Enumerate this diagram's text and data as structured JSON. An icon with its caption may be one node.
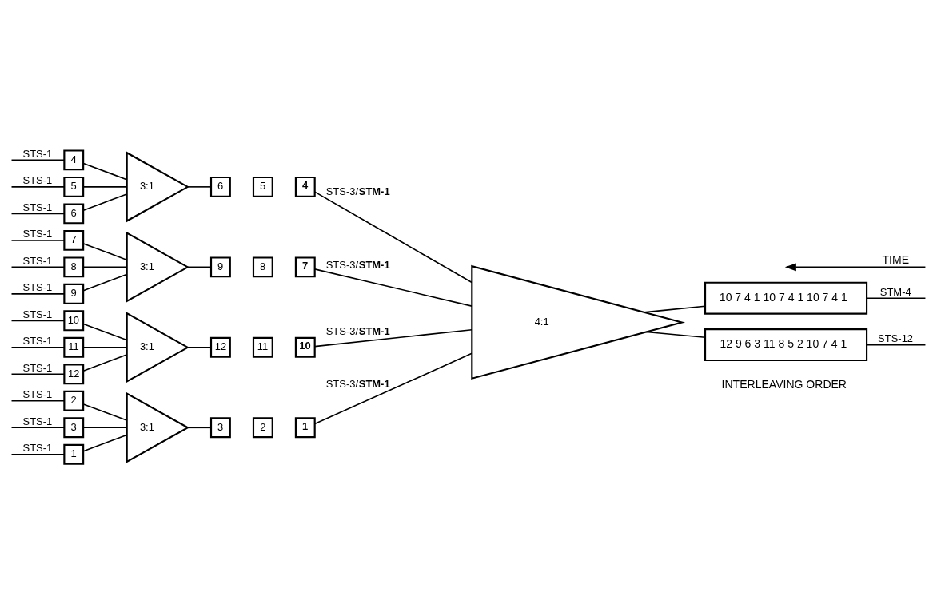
{
  "diagram": {
    "nodes": [
      {
        "text": [
          "1"
        ]
      },
      {
        "text": [
          "2"
        ]
      },
      {
        "text": [
          "3"
        ]
      },
      {
        "text": [
          "3:1"
        ]
      },
      {
        "text": [
          "3"
        ]
      },
      {
        "text": [
          "2"
        ]
      },
      {
        "text": [
          "1"
        ]
      },
      {
        "text": [
          "4"
        ]
      },
      {
        "text": [
          "5"
        ]
      },
      {
        "text": [
          "6"
        ]
      },
      {
        "text": [
          "3:1"
        ]
      },
      {
        "text": [
          "6"
        ]
      },
      {
        "text": [
          "5"
        ]
      },
      {
        "text": [
          "4"
        ]
      },
      {
        "text": [
          "7"
        ]
      },
      {
        "text": [
          "8"
        ]
      },
      {
        "text": [
          "9"
        ]
      },
      {
        "text": [
          "3:1"
        ]
      },
      {
        "text": [
          "9"
        ]
      },
      {
        "text": [
          "8"
        ]
      },
      {
        "text": [
          "7"
        ]
      },
      {
        "text": [
          "10"
        ]
      },
      {
        "text": [
          "11"
        ]
      },
      {
        "text": [
          "12"
        ]
      },
      {
        "text": [
          "3:1"
        ]
      },
      {
        "text": [
          "12"
        ]
      },
      {
        "text": [
          "11"
        ]
      },
      {
        "text": [
          "10"
        ]
      },
      {
        "text": [
          "4:1"
        ]
      },
      {
        "text": [
          "10 7 4 1 10 7 4 1 10 7 4 1"
        ]
      },
      {
        "text": [
          "12 9 6 3 11 8 5 2 10 7 4 1"
        ]
      }
    ],
    "edges": [
      {
        "from": null,
        "to": 0,
        "arrow": "none",
        "label": "STS-1"
      },
      {
        "from": null,
        "to": 1,
        "arrow": "none",
        "label": "STS-1"
      },
      {
        "from": null,
        "to": 2,
        "arrow": "none",
        "label": "STS-1"
      },
      {
        "from": 0,
        "to": 3,
        "arrow": "none"
      },
      {
        "from": 1,
        "to": 3,
        "arrow": "none"
      },
      {
        "from": 2,
        "to": 3,
        "arrow": "none"
      },
      {
        "from": 3,
        "to": 4,
        "arrow": "none"
      },
      {
        "from": 6,
        "to": 28,
        "arrow": "none",
        "label": "STS-3/**STM-1**"
      },
      {
        "from": null,
        "to": 7,
        "arrow": "none",
        "label": "STS-1"
      },
      {
        "from": null,
        "to": 8,
        "arrow": "none",
        "label": "STS-1"
      },
      {
        "from": null,
        "to": 9,
        "arrow": "none",
        "label": "STS-1"
      },
      {
        "from": 7,
        "to": 10,
        "arrow": "none"
      },
      {
        "from": 8,
        "to": 10,
        "arrow": "none"
      },
      {
        "from": 9,
        "to": 10,
        "arrow": "none"
      },
      {
        "from": 10,
        "to": 11,
        "arrow": "none"
      },
      {
        "from": 13,
        "to": 28,
        "arrow": "none",
        "label": "STS-3/**STM-1**"
      },
      {
        "from": null,
        "to": 14,
        "arrow": "none",
        "label": "STS-1"
      },
      {
        "from": null,
        "to": 15,
        "arrow": "none",
        "label": "STS-1"
      },
      {
        "from": null,
        "to": 16,
        "arrow": "none",
        "label": "STS-1"
      },
      {
        "from": 14,
        "to": 17,
        "arrow": "none"
      },
      {
        "from": 15,
        "to": 17,
        "arrow": "none"
      },
      {
        "from": 16,
        "to": 17,
        "arrow": "none"
      },
      {
        "from": 17,
        "to": 18,
        "arrow": "none"
      },
      {
        "from": 20,
        "to": 28,
        "arrow": "none",
        "label": "STS-3/**STM-1**"
      },
      {
        "from": null,
        "to": 21,
        "arrow": "none",
        "label": "STS-1"
      },
      {
        "from": null,
        "to": 22,
        "arrow": "none",
        "label": "STS-1"
      },
      {
        "from": null,
        "to": 23,
        "arrow": "none",
        "label": "STS-1"
      },
      {
        "from": 21,
        "to": 24,
        "arrow": "none"
      },
      {
        "from": 22,
        "to": 24,
        "arrow": "none"
      },
      {
        "from": 23,
        "to": 24,
        "arrow": "none"
      },
      {
        "from": 24,
        "to": 25,
        "arrow": "none"
      },
      {
        "from": 27,
        "to": 28,
        "arrow": "none",
        "label": "STS-3/**STM-1**"
      },
      {
        "from": 28,
        "to": 29,
        "arrow": "none"
      },
      {
        "from": 28,
        "to": 30,
        "arrow": "none"
      },
      {
        "from": 29,
        "to": null,
        "arrow": "none",
        "label": "STM-4"
      },
      {
        "from": 30,
        "to": null,
        "arrow": "none",
        "label": "STS-12"
      }
    ],
    "labels": [
      "TIME",
      "INTERLEAVING ORDER"
    ]
  }
}
